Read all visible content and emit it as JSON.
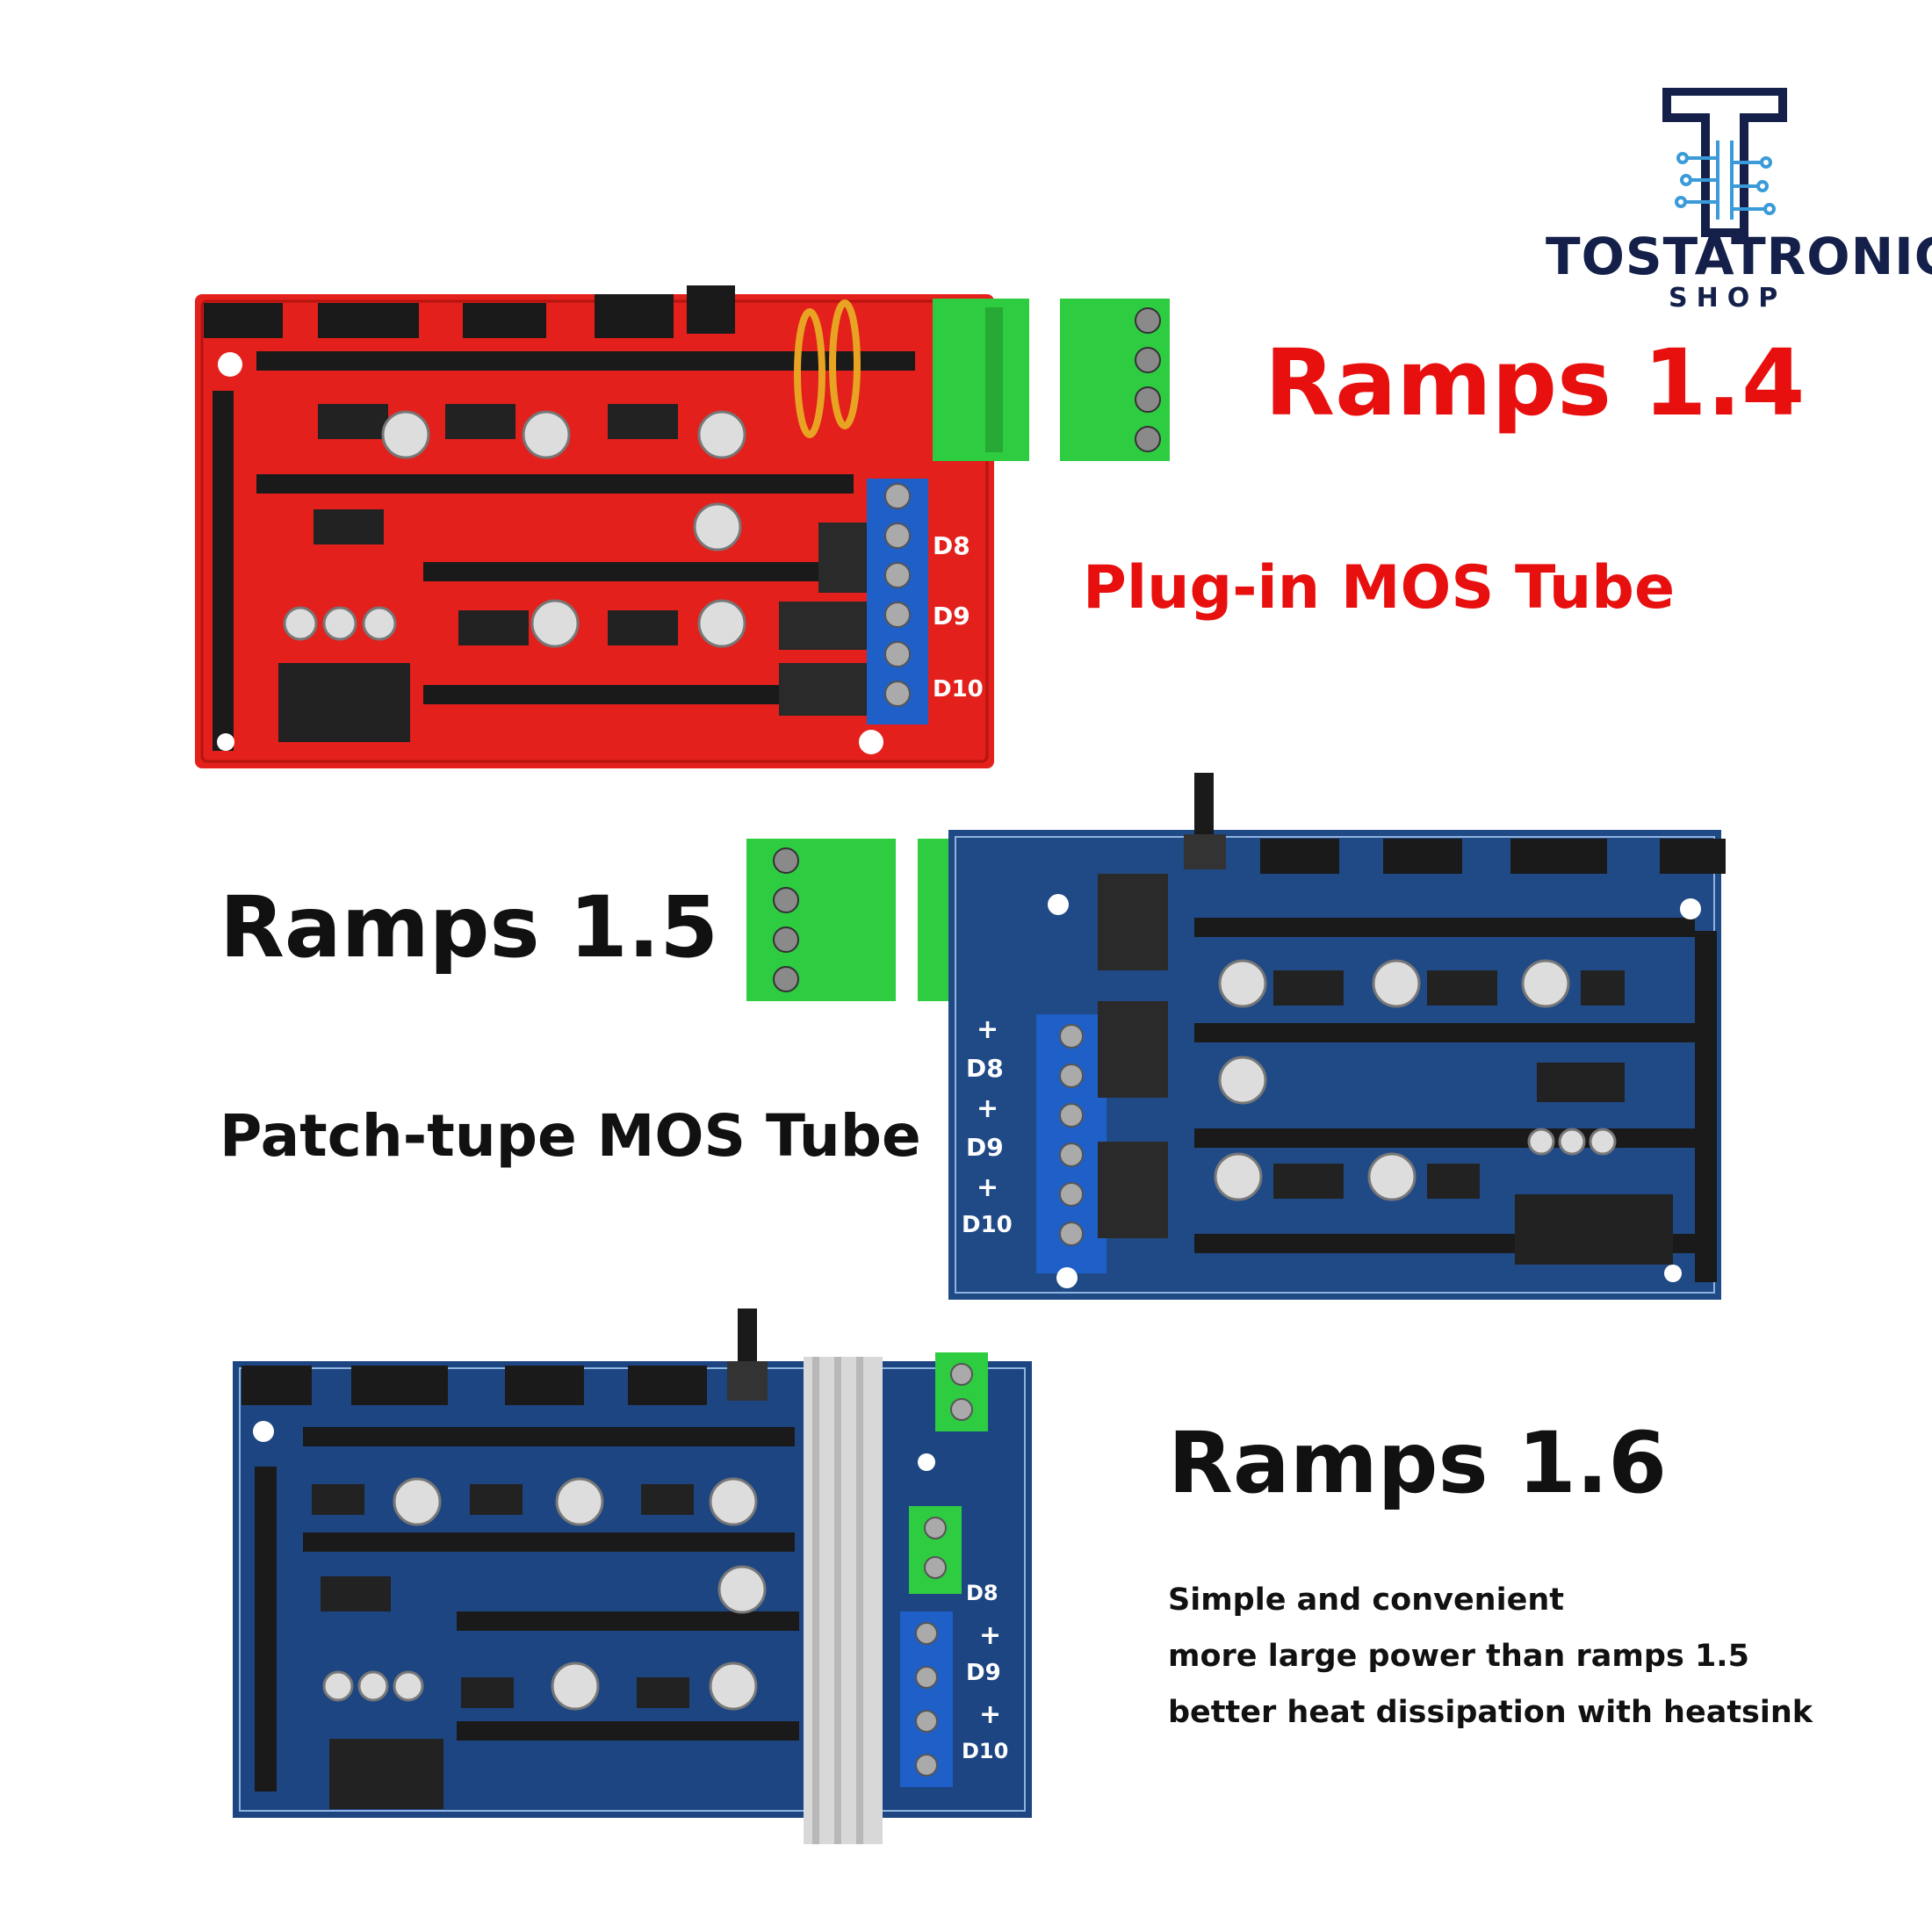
{
  "brand": {
    "name": "TOSTATRONIC",
    "tagline": "SHOP",
    "logo_letter": "T",
    "color": "#14204a",
    "accent": "#3a9bd8"
  },
  "sections": [
    {
      "title": "Ramps 1.4",
      "subtitle": "Plug-in MOS Tube",
      "color": "#e8100f",
      "board_color": "#e3201b"
    },
    {
      "title": "Ramps 1.5",
      "subtitle": "Patch-tupe MOS Tube",
      "color": "#111111",
      "board_color": "#1f4a86"
    },
    {
      "title": "Ramps 1.6",
      "color": "#111111",
      "board_color": "#1c4581",
      "features": [
        "Simple and convenient",
        "more large power than ramps 1.5",
        "better heat dissipation with heatsink"
      ]
    }
  ],
  "board_labels": {
    "d8": "D8",
    "d9": "D9",
    "d10": "D10",
    "plus": "+"
  }
}
